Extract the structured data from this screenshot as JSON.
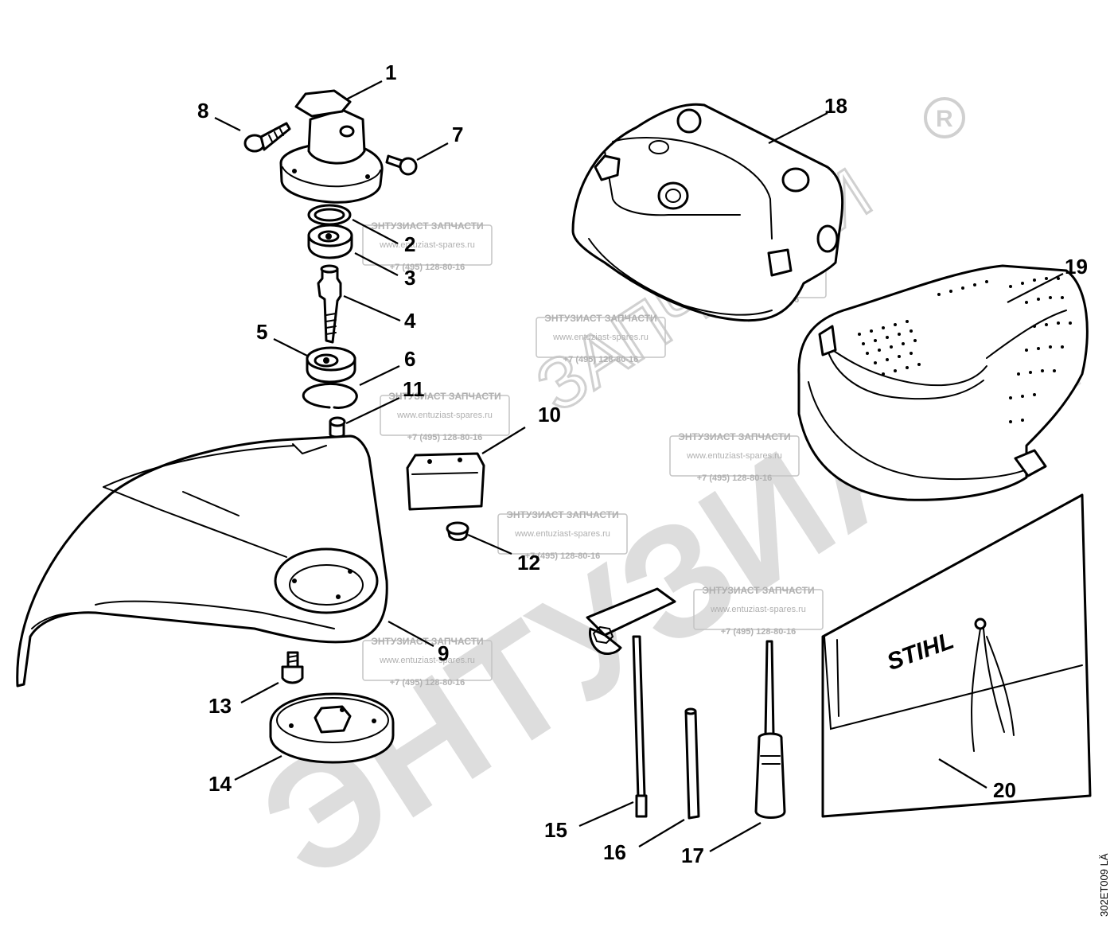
{
  "watermark": {
    "big_text": "ЭНТУЗИАСТ",
    "small_text": "ЗАПЧАСТИ",
    "registered_mark": "R",
    "stamp_title": "ЭНТУЗИАСТ ЗАПЧАСТИ",
    "stamp_url": "www.entuziast-spares.ru",
    "stamp_phone": "+7 (495) 128-80-16"
  },
  "drawing_code": "302ET009 LÄ",
  "brand_logo": "STIHL",
  "callouts": [
    {
      "number": "1"
    },
    {
      "number": "2"
    },
    {
      "number": "3"
    },
    {
      "number": "4"
    },
    {
      "number": "5"
    },
    {
      "number": "6"
    },
    {
      "number": "7"
    },
    {
      "number": "8"
    },
    {
      "number": "9"
    },
    {
      "number": "10"
    },
    {
      "number": "11"
    },
    {
      "number": "12"
    },
    {
      "number": "13"
    },
    {
      "number": "14"
    },
    {
      "number": "15"
    },
    {
      "number": "16"
    },
    {
      "number": "17"
    },
    {
      "number": "18"
    },
    {
      "number": "19"
    },
    {
      "number": "20"
    }
  ]
}
